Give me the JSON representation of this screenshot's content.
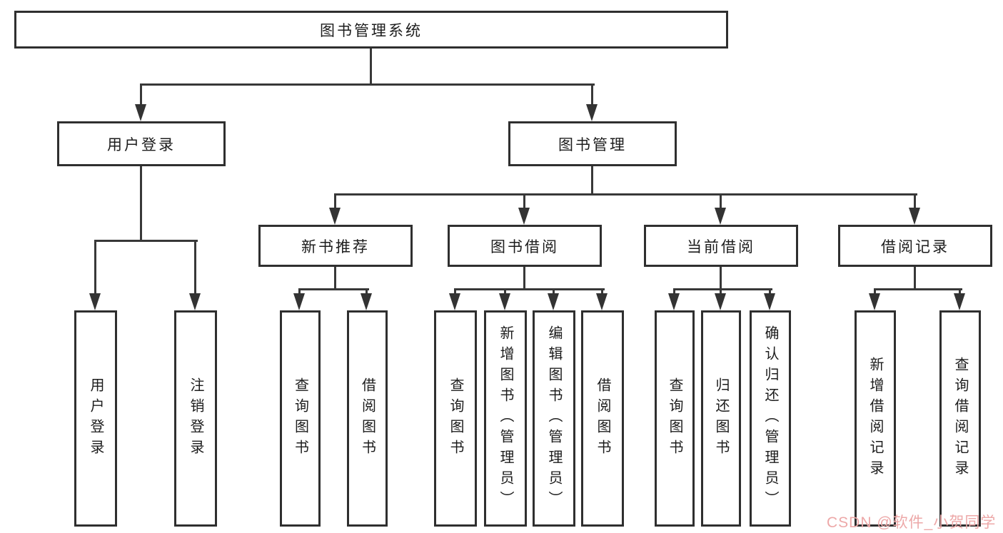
{
  "diagram_type": "hierarchy-tree",
  "colors": {
    "background": "#ffffff",
    "box_border": "#2f2f2f",
    "connector_line": "#383838",
    "text": "#1c1c1c",
    "watermark": "#eda8a8"
  },
  "tree": {
    "root": "图书管理系统",
    "children": [
      {
        "label": "用户登录",
        "children": [
          {
            "label": "用户登录"
          },
          {
            "label": "注销登录"
          }
        ]
      },
      {
        "label": "图书管理",
        "children": [
          {
            "label": "新书推荐",
            "children": [
              {
                "label": "查询图书"
              },
              {
                "label": "借阅图书"
              }
            ]
          },
          {
            "label": "图书借阅",
            "children": [
              {
                "label": "查询图书"
              },
              {
                "label": "新增图书（管理员）"
              },
              {
                "label": "编辑图书（管理员）"
              },
              {
                "label": "借阅图书"
              }
            ]
          },
          {
            "label": "当前借阅",
            "children": [
              {
                "label": "查询图书"
              },
              {
                "label": "归还图书"
              },
              {
                "label": "确认归还（管理员）"
              }
            ]
          },
          {
            "label": "借阅记录",
            "children": [
              {
                "label": "新增借阅记录"
              },
              {
                "label": "查询借阅记录"
              }
            ]
          }
        ]
      }
    ]
  },
  "watermark": {
    "text": "CSDN @软件_小贺同学"
  }
}
